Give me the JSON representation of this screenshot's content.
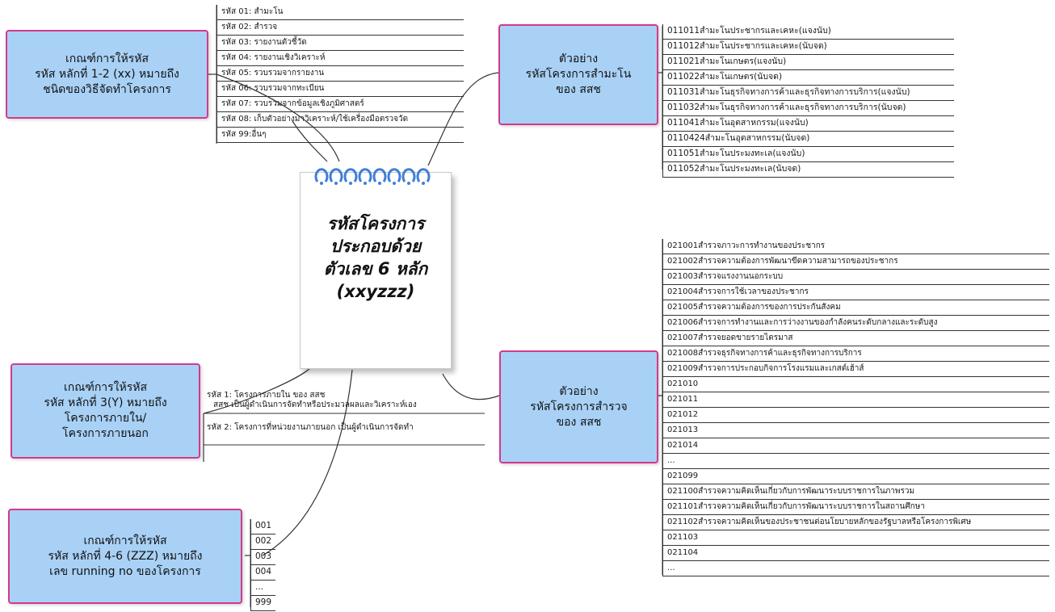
{
  "center": {
    "title": "รหัสโครงการ\nประกอบด้วย\nตัวเลข 6 หลัก\n(xxyzzz)"
  },
  "nodes": {
    "code_12": "เกณฑ์การให้รหัส\nรหัส หลักที่ 1-2 (xx) หมายถึง\nชนิดของวิธีจัดทำโครงการ",
    "code_3": "เกณฑ์การให้รหัส\nรหัส หลักที่ 3(Y) หมายถึง\nโครงการภายใน/\nโครงการภายนอก",
    "code_456": "เกณฑ์การให้รหัส\nรหัส หลักที่ 4-6 (ZZZ) หมายถึง\nเลข running no ของโครงการ",
    "example_census": "ตัวอย่าง\nรหัสโครงการสำมะโน\nของ สสช",
    "example_survey": "ตัวอย่าง\nรหัสโครงการสำรวจ\nของ สสช"
  },
  "lists": {
    "code_12_items": [
      "รหัส 01: สำมะโน",
      "รหัส 02: สำรวจ",
      "รหัส 03: รายงานตัวชี้วัด",
      "รหัส 04: รายงานเชิงวิเคราะห์",
      "รหัส 05: รวบรวมจากรายงาน",
      "รหัส 06: รวบรวมจากทะเบียน",
      "รหัส 07: รวบรวมจากข้อมูลเชิงภูมิศาสตร์",
      "รหัส 08: เก็บตัวอย่างมาวิเคราะห์/ใช้เครื่องมือตรวจวัด",
      "รหัส 99:อื่นๆ"
    ],
    "code_3_items": [
      "รหัส 1: โครงการภายใน ของ สสช",
      "สสช เป็นผู้ดำเนินการจัดทำหรือประมวลผลและวิเคราะห์เอง",
      "รหัส 2: โครงการที่หน่วยงานภายนอก เป็นผู้ดำเนินการจัดทำ"
    ],
    "code_456_items": [
      "001",
      "002",
      "003",
      "004",
      "...",
      "999"
    ],
    "census_items": [
      "011011สำมะโนประชากรและเคหะ(แจงนับ)",
      "011012สำมะโนประชากรและเคหะ(นับจด)",
      "011021สำมะโนเกษตร(แจงนับ)",
      "011022สำมะโนเกษตร(นับจด)",
      "011031สำมะโนธุรกิจทางการค้าและธุรกิจทางการบริการ(แจงนับ)",
      "011032สำมะโนธุรกิจทางการค้าและธุรกิจทางการบริการ(นับจด)",
      "011041สำมะโนอุตสาหกรรม(แจงนับ)",
      "0110424สำมะโนอุตสาหกรรม(นับจด)",
      "011051สำมะโนประมงทะเล(แจงนับ)",
      "011052สำมะโนประมงทะเล(นับจด)"
    ],
    "survey_items": [
      "021001สำรวจภาวะการทำงานของประชากร",
      "021002สำรวจความต้องการพัฒนาขีดความสามารถของประชากร",
      "021003สำรวจแรงงานนอกระบบ",
      "021004สำรวจการใช้เวลาของประชากร",
      "021005สำรวจความต้องการของการประกันสังคม",
      "021006สำรวจการทำงานและการว่างงานของกำลังคนระดับกลางและระดับสูง",
      "021007สำรวจยอดขายรายไตรมาส",
      "021008สำรวจธุรกิจทางการค้าและธุรกิจทางการบริการ",
      "021009สำรวจการประกอบกิจการโรงแรมและเกสต์เฮ้าส์",
      "021010",
      "021011",
      "021012",
      "021013",
      "021014",
      "...",
      "021099",
      "021100สำรวจความคิดเห็นเกี่ยวกับการพัฒนาระบบราชการในภาพรวม",
      "021101สำรวจความคิดเห็นเกี่ยวกับการพัฒนาระบบราชการในสถานศึกษา",
      "021102สำรวจความคิดเห็นของประชาชนต่อนโยบายหลักของรัฐบาลหรือโครงการพิเศษ",
      "021103",
      "021104",
      "..."
    ]
  },
  "colors": {
    "node_fill": "#a9d1f6",
    "node_border": "#d23a8c",
    "notepad_rings": "#3f7fd6",
    "connector": "#333333"
  }
}
